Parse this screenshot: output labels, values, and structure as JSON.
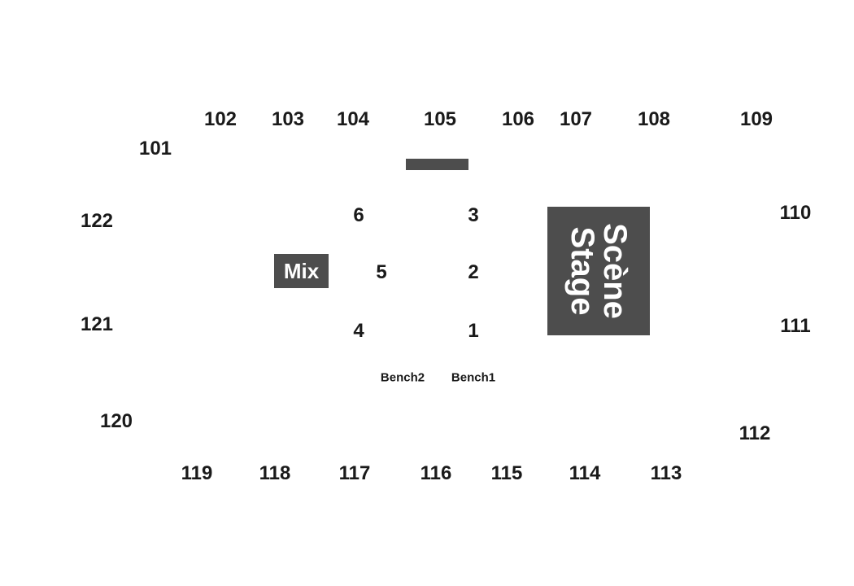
{
  "sections": {
    "s101": "101",
    "s102": "102",
    "s103": "103",
    "s104": "104",
    "s105": "105",
    "s106": "106",
    "s107": "107",
    "s108": "108",
    "s109": "109",
    "s110": "110",
    "s111": "111",
    "s112": "112",
    "s113": "113",
    "s114": "114",
    "s115": "115",
    "s116": "116",
    "s117": "117",
    "s118": "118",
    "s119": "119",
    "s120": "120",
    "s121": "121",
    "s122": "122"
  },
  "floor": {
    "f1": "1",
    "f2": "2",
    "f3": "3",
    "f4": "4",
    "f5": "5",
    "f6": "6"
  },
  "benches": {
    "bench1": "Bench1",
    "bench2": "Bench2"
  },
  "mix": {
    "label": "Mix"
  },
  "stage": {
    "label_fr": "Scène",
    "label_en": "Stage"
  },
  "colors": {
    "fixture_fill": "#4d4d4d",
    "label_text": "#1a1a1a",
    "fixture_text": "#ffffff",
    "background": "#ffffff"
  }
}
